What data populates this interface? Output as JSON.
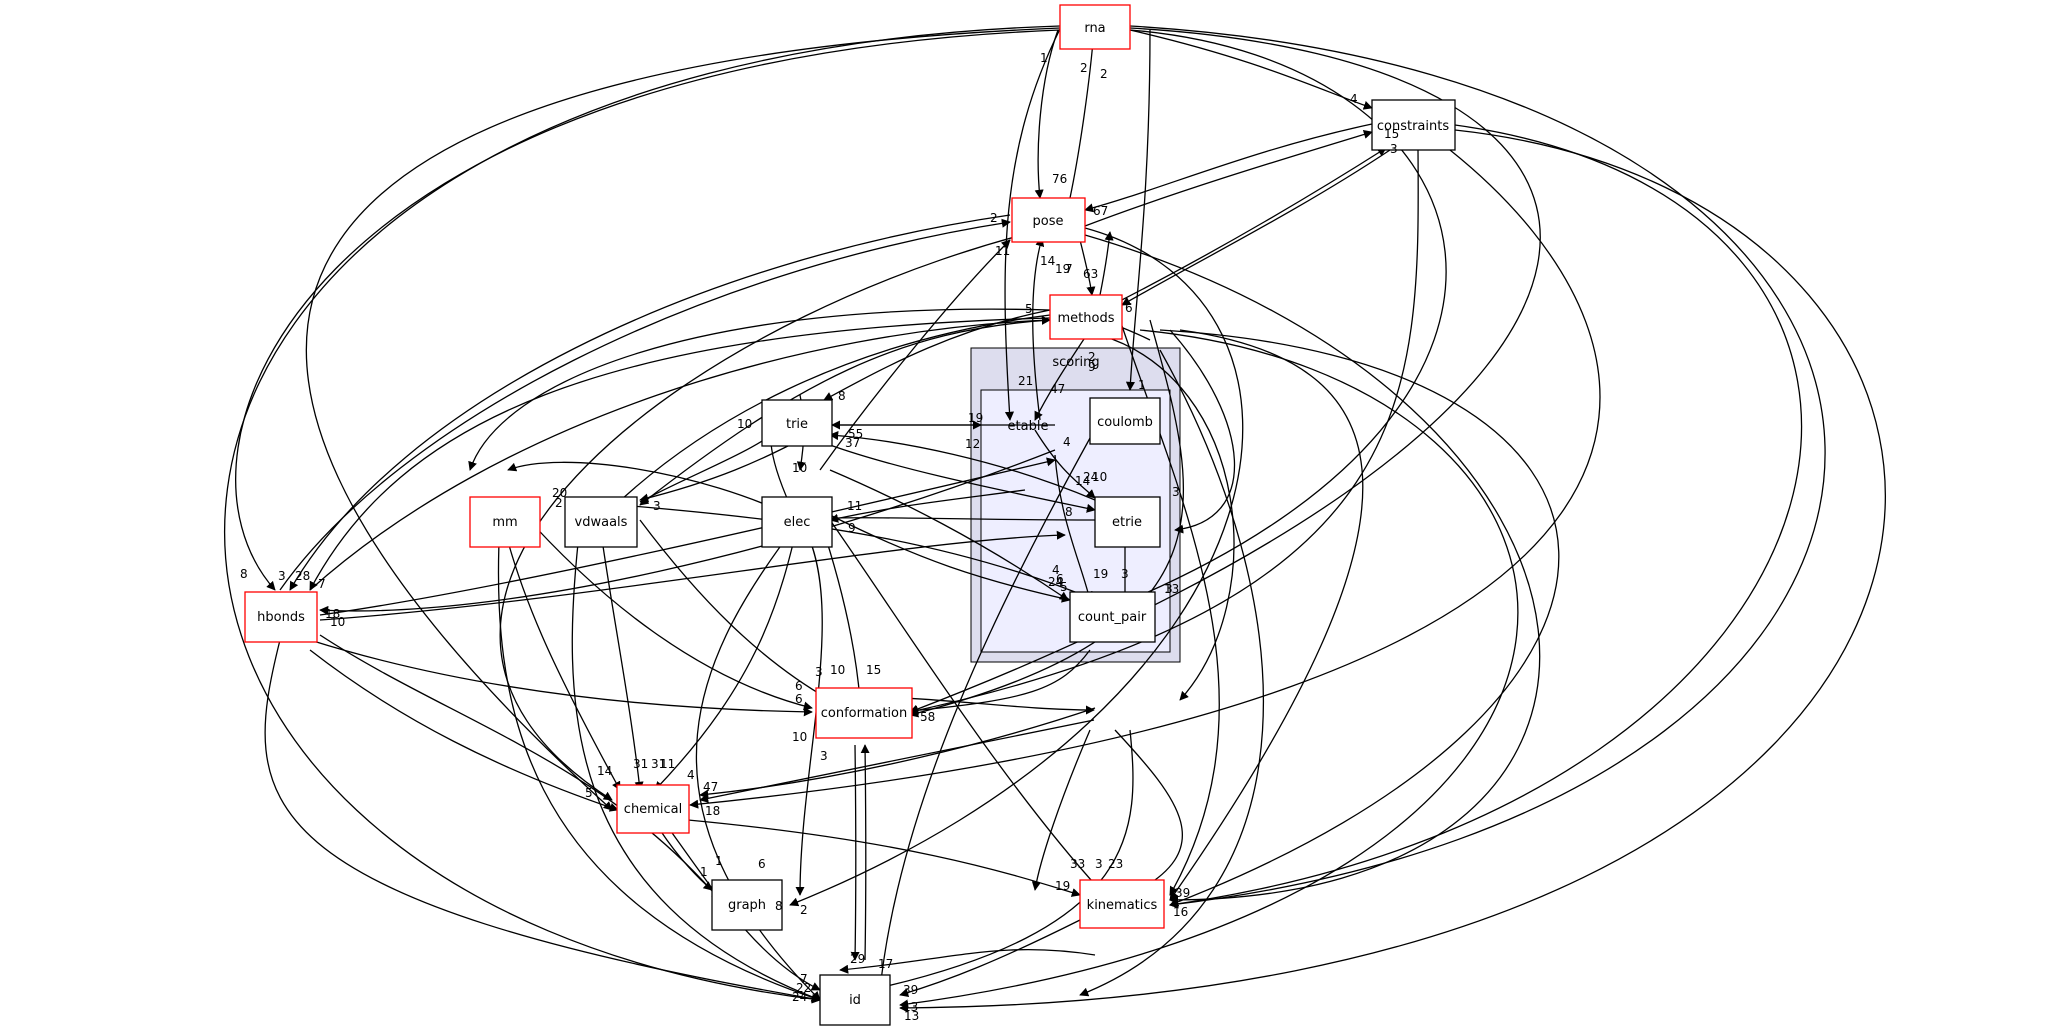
{
  "colors": {
    "background": "#ffffff",
    "node_border_default": "#000000",
    "node_border_external": "#ff0000",
    "cluster_outer_fill": "#ddddee",
    "cluster_inner_fill": "#eeeeff",
    "edge": "#000000"
  },
  "cluster": {
    "outer_label": "scoring",
    "inner_label": "etable"
  },
  "nodes": {
    "rna": "rna",
    "constraints": "constraints",
    "pose": "pose",
    "methods": "methods",
    "trie": "trie",
    "coulomb": "coulomb",
    "mm": "mm",
    "vdwaals": "vdwaals",
    "elec": "elec",
    "etrie": "etrie",
    "hbonds": "hbonds",
    "count_pair": "count_pair",
    "conformation": "conformation",
    "chemical": "chemical",
    "graph": "graph",
    "kinematics": "kinematics",
    "id": "id"
  },
  "edge_labels": [
    "1",
    "2",
    "2",
    "76",
    "67",
    "4",
    "15",
    "3",
    "2",
    "11",
    "14",
    "19",
    "7",
    "63",
    "5",
    "21",
    "47",
    "2",
    "9",
    "1",
    "19",
    "10",
    "8",
    "55",
    "37",
    "12",
    "4",
    "24",
    "10",
    "20",
    "2",
    "3",
    "10",
    "11",
    "9",
    "8",
    "14",
    "3",
    "19",
    "3",
    "3",
    "6",
    "5",
    "24",
    "4",
    "3",
    "28",
    "7",
    "8",
    "10",
    "13",
    "18",
    "10",
    "15",
    "3",
    "6",
    "10",
    "3",
    "47",
    "14",
    "31",
    "31",
    "11",
    "4",
    "18",
    "1",
    "6",
    "8",
    "1",
    "2",
    "33",
    "3",
    "23",
    "39",
    "19",
    "16",
    "29",
    "17",
    "39",
    "13",
    "7",
    "22",
    "24",
    "13",
    "6",
    "5",
    "58",
    "6"
  ]
}
